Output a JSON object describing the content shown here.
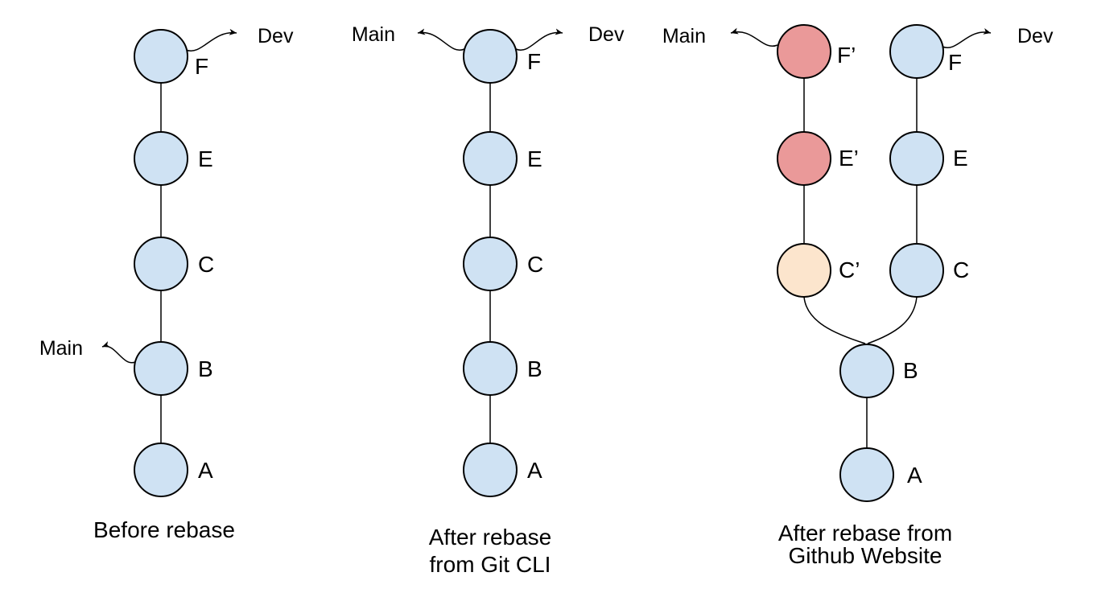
{
  "colors": {
    "node_blue": "#cfe2f3",
    "node_red": "#ea9999",
    "node_peach": "#fce5cd",
    "outline": "#000000",
    "text": "#000000",
    "background": "#ffffff"
  },
  "panels": {
    "before": {
      "caption": "Before rebase",
      "dev_label": "Dev",
      "main_label": "Main",
      "commits": {
        "f": "F",
        "e": "E",
        "c": "C",
        "b": "B",
        "a": "A"
      }
    },
    "after_cli": {
      "caption_line1": "After rebase",
      "caption_line2": "from Git CLI",
      "dev_label": "Dev",
      "main_label": "Main",
      "commits": {
        "f": "F",
        "e": "E",
        "c": "C",
        "b": "B",
        "a": "A"
      }
    },
    "after_github": {
      "caption_line1": "After rebase from",
      "caption_line2": "Github Website",
      "dev_label": "Dev",
      "main_label": "Main",
      "main_branch_commits": {
        "f_prime": "F’",
        "e_prime": "E’",
        "c_prime": "C’"
      },
      "dev_branch_commits": {
        "f": "F",
        "e": "E",
        "c": "C"
      },
      "shared_commits": {
        "b": "B",
        "a": "A"
      }
    }
  }
}
